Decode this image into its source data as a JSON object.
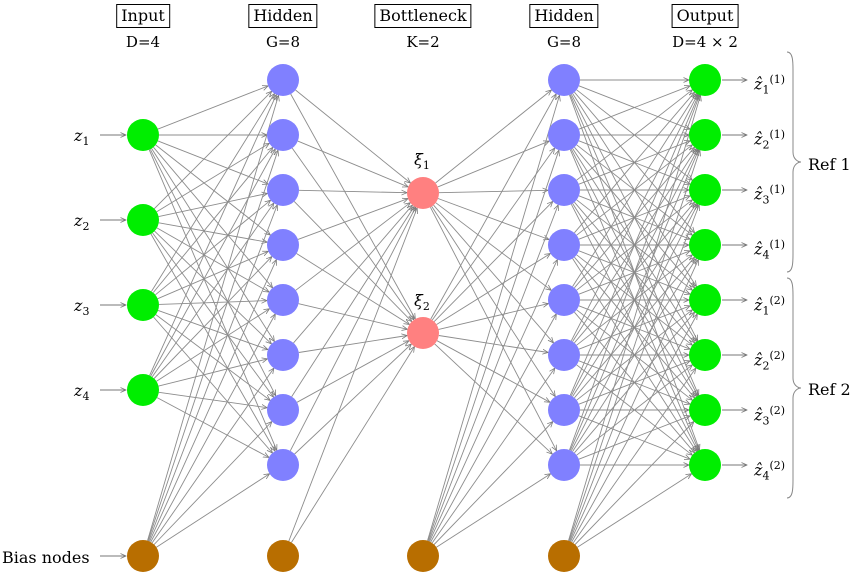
{
  "columns": [
    {
      "id": "input",
      "header": "Input",
      "sub": "D=4",
      "count": 4,
      "color": "#00ee00"
    },
    {
      "id": "hidden1",
      "header": "Hidden",
      "sub": "G=8",
      "count": 8,
      "color": "#8080ff"
    },
    {
      "id": "bottleneck",
      "header": "Bottleneck",
      "sub": "K=2",
      "count": 2,
      "color": "#ff8080"
    },
    {
      "id": "hidden2",
      "header": "Hidden",
      "sub": "G=8",
      "count": 8,
      "color": "#8080ff"
    },
    {
      "id": "output",
      "header": "Output",
      "sub": "D=4 × 2",
      "count": 8,
      "color": "#00ee00"
    }
  ],
  "bias": {
    "label": "Bias nodes",
    "color": "#b86e00"
  },
  "input_labels": [
    {
      "base": "z",
      "sub": "1"
    },
    {
      "base": "z",
      "sub": "2"
    },
    {
      "base": "z",
      "sub": "3"
    },
    {
      "base": "z",
      "sub": "4"
    }
  ],
  "bottleneck_labels": [
    {
      "base": "ξ",
      "sub": "1"
    },
    {
      "base": "ξ",
      "sub": "2"
    }
  ],
  "output_labels": [
    {
      "base": "ẑ",
      "sub": "1",
      "sup": "(1)"
    },
    {
      "base": "ẑ",
      "sub": "2",
      "sup": "(1)"
    },
    {
      "base": "ẑ",
      "sub": "3",
      "sup": "(1)"
    },
    {
      "base": "ẑ",
      "sub": "4",
      "sup": "(1)"
    },
    {
      "base": "ẑ",
      "sub": "1",
      "sup": "(2)"
    },
    {
      "base": "ẑ",
      "sub": "2",
      "sup": "(2)"
    },
    {
      "base": "ẑ",
      "sub": "3",
      "sup": "(2)"
    },
    {
      "base": "ẑ",
      "sub": "4",
      "sup": "(2)"
    }
  ],
  "groups": [
    {
      "label": "Ref 1"
    },
    {
      "label": "Ref 2"
    }
  ],
  "colors": {
    "edge": "#8c8c8c",
    "bracket": "#888888"
  }
}
